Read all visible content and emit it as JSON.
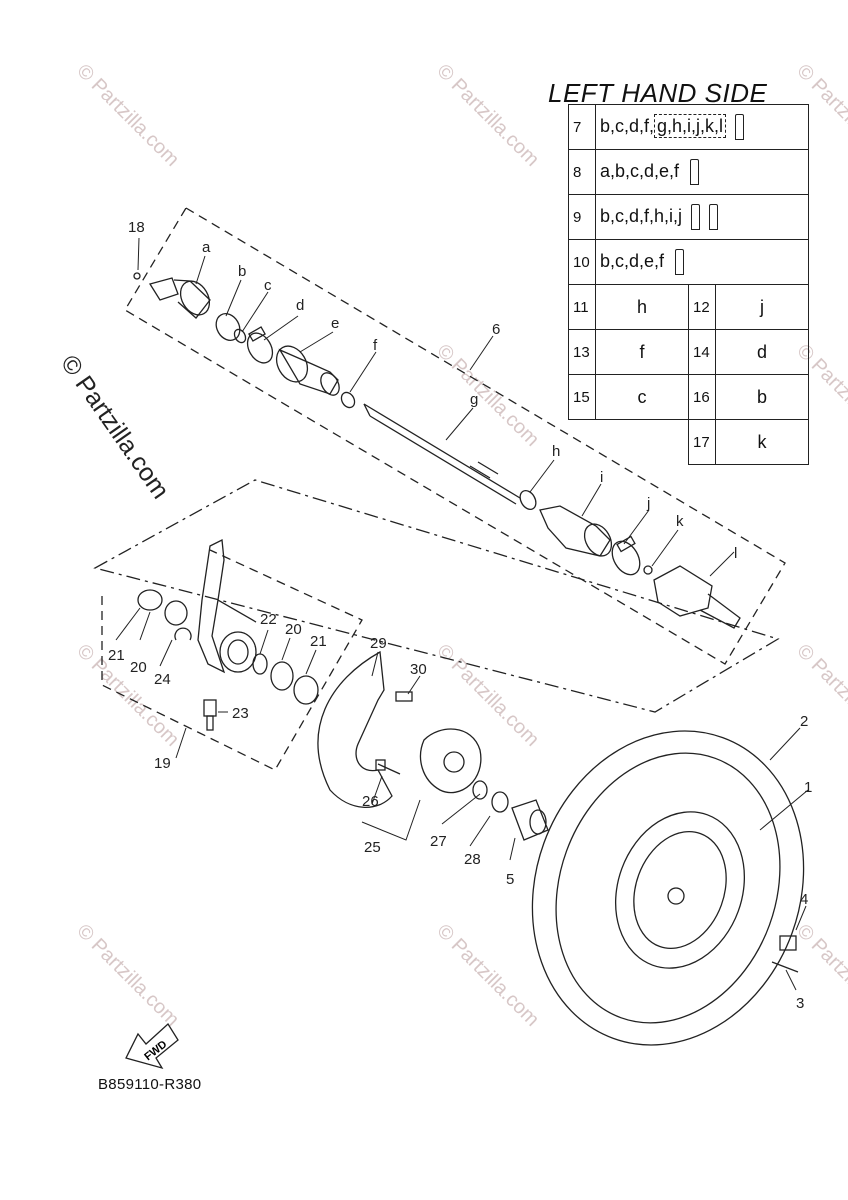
{
  "heading": "LEFT HAND SIDE",
  "watermark": "© Partzilla.com",
  "diagram_code": "B859110-R380",
  "fwd_label": "FWD",
  "legend_rows": [
    {
      "num": "7",
      "value": "b,c,d,f,",
      "dashed_group": "g,h,i,j,k,l",
      "grease_tubes": 1
    },
    {
      "num": "8",
      "value": "a,b,c,d,e,f",
      "grease_tubes": 1
    },
    {
      "num": "9",
      "value": "b,c,d,f,h,i,j",
      "grease_tubes": 2
    },
    {
      "num": "10",
      "value": "b,c,d,e,f",
      "grease_tubes": 1
    }
  ],
  "legend_pairs": [
    {
      "left_num": "11",
      "left_val": "h",
      "right_num": "12",
      "right_val": "j"
    },
    {
      "left_num": "13",
      "left_val": "f",
      "right_num": "14",
      "right_val": "d"
    },
    {
      "left_num": "15",
      "left_val": "c",
      "right_num": "16",
      "right_val": "b"
    },
    {
      "left_num": "",
      "left_val": "",
      "right_num": "17",
      "right_val": "k"
    }
  ],
  "labels": {
    "l1": "1",
    "l2": "2",
    "l3": "3",
    "l4": "4",
    "l5": "5",
    "l6": "6",
    "l18": "18",
    "l19": "19",
    "l20a": "20",
    "l20b": "20",
    "l21a": "21",
    "l21b": "21",
    "l22": "22",
    "l23": "23",
    "l24": "24",
    "l25": "25",
    "l26": "26",
    "l27": "27",
    "l28": "28",
    "l29": "29",
    "l30": "30",
    "la": "a",
    "lb": "b",
    "lc": "c",
    "ld": "d",
    "le": "e",
    "lf": "f",
    "lg": "g",
    "lh": "h",
    "li": "i",
    "lj": "j",
    "lk": "k",
    "ll": "l"
  }
}
